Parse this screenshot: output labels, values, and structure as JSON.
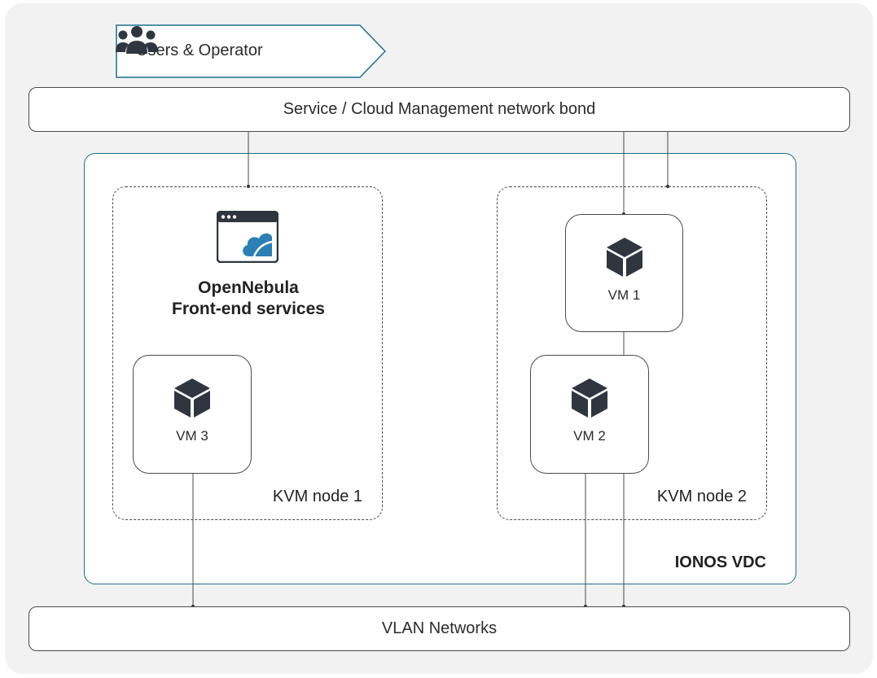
{
  "users": {
    "label": "Users & Operator",
    "icon": "users-icon"
  },
  "management_bar": {
    "label": "Service / Cloud Management network bond"
  },
  "vlan_bar": {
    "label": "VLAN Networks"
  },
  "vdc": {
    "label": "IONOS VDC"
  },
  "nodes": [
    {
      "label": "KVM node 1"
    },
    {
      "label": "KVM node 2"
    }
  ],
  "frontend": {
    "title_line1": "OpenNebula",
    "title_line2": "Front-end services",
    "icon": "opennebula-window-icon"
  },
  "vms": [
    {
      "label": "VM 1",
      "icon": "cube-icon"
    },
    {
      "label": "VM 2",
      "icon": "cube-icon"
    },
    {
      "label": "VM 3",
      "icon": "cube-icon"
    }
  ],
  "colors": {
    "canvas": "#f2f2f2",
    "vdc_border": "#1b6e8f",
    "tag_border": "#1b6e8f",
    "icon_dark": "#2f3640",
    "accent_blue": "#2a7fb5"
  }
}
